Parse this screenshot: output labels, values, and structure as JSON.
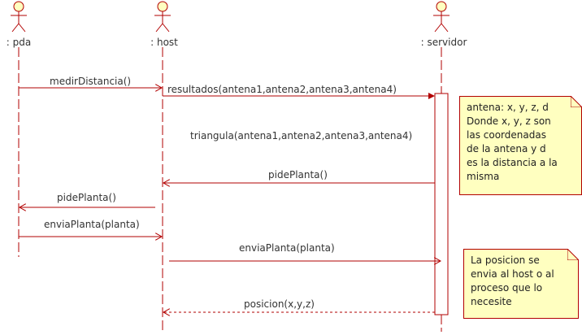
{
  "diagram": {
    "colors": {
      "line": "#b20000",
      "actor_fill": "#ffffc0",
      "note_fill": "#ffffc0",
      "text": "#333333"
    },
    "actors": [
      {
        "name": ": pda"
      },
      {
        "name": ": host"
      },
      {
        "name": ": servidor"
      }
    ],
    "messages": [
      {
        "label": "medirDistancia()"
      },
      {
        "label": "resultados(antena1,antena2,antena3,antena4)"
      },
      {
        "label": "triangula(antena1,antena2,antena3,antena4)"
      },
      {
        "label": "pidePlanta()"
      },
      {
        "label": "pidePlanta()"
      },
      {
        "label": "enviaPlanta(planta)"
      },
      {
        "label": "enviaPlanta(planta)"
      },
      {
        "label": "posicion(x,y,z)"
      }
    ],
    "notes": [
      {
        "lines": [
          "antena: x, y, z, d",
          "Donde x, y, z son",
          "las coordenadas",
          "de la antena y d",
          "es la distancia a la",
          "misma"
        ]
      },
      {
        "lines": [
          "La posicion se",
          "envia al host o al",
          "proceso que lo",
          "necesite"
        ]
      }
    ]
  }
}
